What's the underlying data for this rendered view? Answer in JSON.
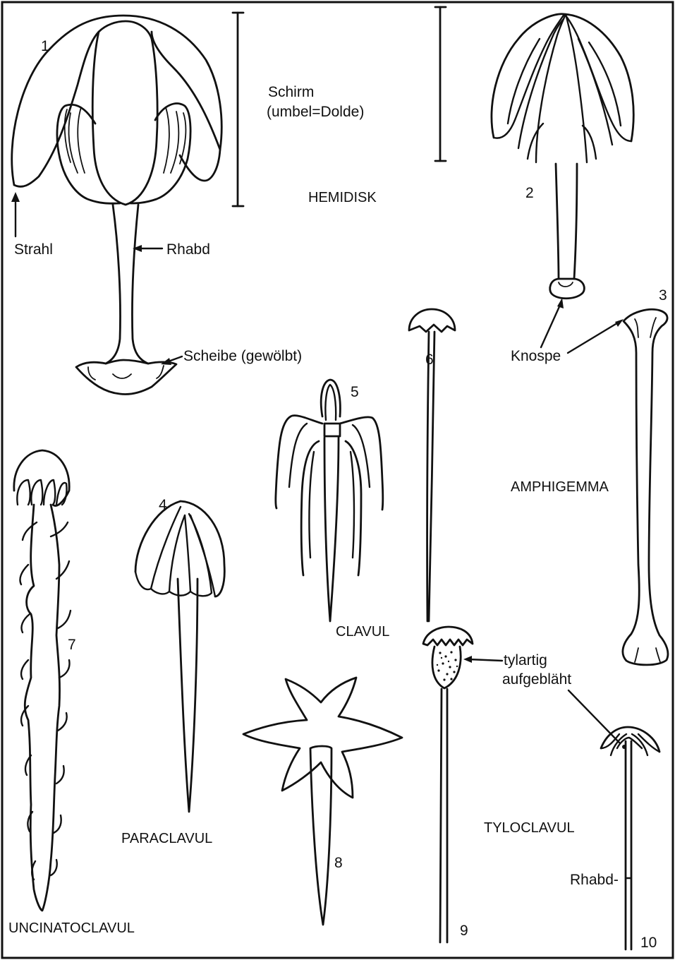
{
  "labels": {
    "n1": "1",
    "n2": "2",
    "n3": "3",
    "n4": "4",
    "n5": "5",
    "n6": "6",
    "n7": "7",
    "n8": "8",
    "n9": "9",
    "n10": "10",
    "schirm": "Schirm",
    "umbel": "(umbel=Dolde)",
    "hemidisk": "HEMIDISK",
    "strahl": "Strahl",
    "rhabd_top": "Rhabd",
    "scheibe": "Scheibe (gewölbt)",
    "knospe": "Knospe",
    "amphigemma": "AMPHIGEMMA",
    "clavul": "CLAVUL",
    "paraclavul": "PARACLAVUL",
    "tylartig": "tylartig",
    "aufgeblaht": "aufgebläht",
    "tyloclavul": "TYLOCLAVUL",
    "rhabd_bottom": "Rhabd-",
    "uncinatoclavul": "UNCINATOCLAVUL"
  },
  "colors": {
    "ink": "#111111",
    "background": "#ffffff"
  }
}
